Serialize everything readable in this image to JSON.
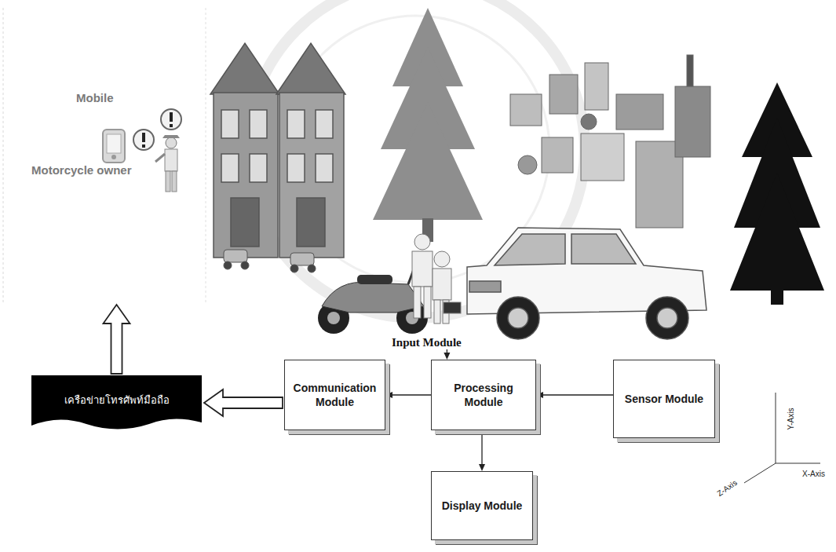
{
  "diagram": {
    "nodes": [
      {
        "text": [
          "Mobile",
          "Motorcycle owner"
        ]
      },
      {
        "text": [
          "เครือข่ายโทรศัพท์มือถือ"
        ]
      },
      {
        "text": [
          "Communication Module"
        ]
      },
      {
        "text": [
          "Input Module"
        ]
      },
      {
        "text": [
          "Processing Module"
        ]
      },
      {
        "text": [
          "Sensor Module"
        ]
      },
      {
        "text": [
          "Display Module"
        ]
      }
    ],
    "edges": [
      {
        "from": 1,
        "to": 0,
        "arrow": "to"
      },
      {
        "from": 2,
        "to": 1,
        "arrow": "to"
      },
      {
        "from": 4,
        "to": 2,
        "arrow": "to"
      },
      {
        "from": 3,
        "to": 4,
        "arrow": "to"
      },
      {
        "from": 5,
        "to": 4,
        "arrow": "to"
      },
      {
        "from": 4,
        "to": 6,
        "arrow": "to"
      }
    ],
    "labels": [
      "Y-Axis",
      "X-Axis",
      "Z-Axis"
    ]
  }
}
